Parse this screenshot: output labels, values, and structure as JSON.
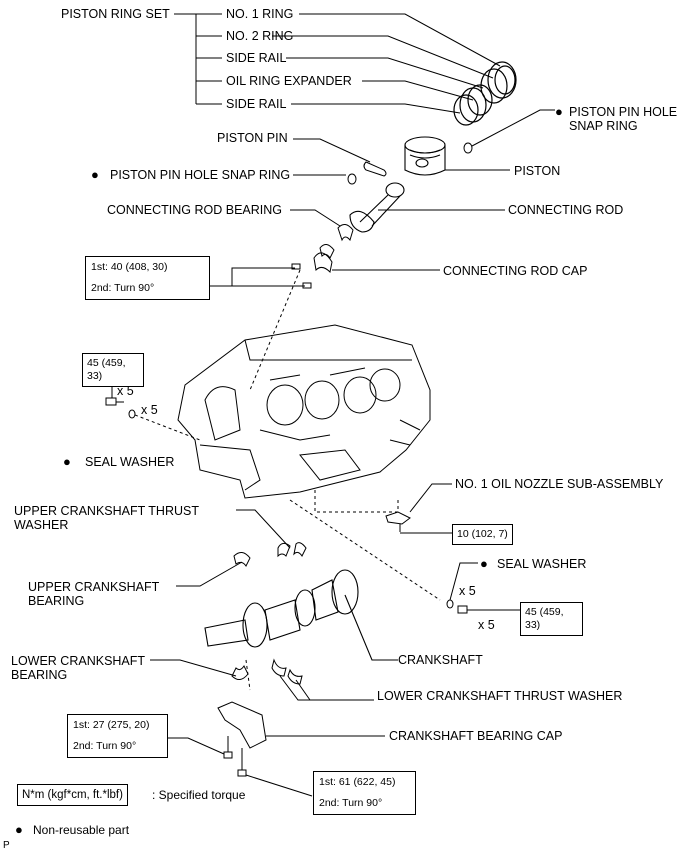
{
  "labels": {
    "piston_ring_set": "PISTON RING SET",
    "no1_ring": "NO. 1 RING",
    "no2_ring": "NO. 2 RING",
    "side_rail_1": "SIDE RAIL",
    "oil_ring_expander": "OIL RING EXPANDER",
    "side_rail_2": "SIDE RAIL",
    "piston_pin_hole_snap_ring_right": "PISTON PIN HOLE SNAP RING",
    "piston_pin": "PISTON PIN",
    "piston": "PISTON",
    "piston_pin_hole_snap_ring_left": "PISTON PIN HOLE SNAP RING",
    "connecting_rod_bearing": "CONNECTING ROD BEARING",
    "connecting_rod": "CONNECTING ROD",
    "connecting_rod_cap": "CONNECTING ROD CAP",
    "seal_washer_left": "SEAL WASHER",
    "no1_oil_nozzle": "NO. 1 OIL NOZZLE SUB-ASSEMBLY",
    "upper_thrust_washer": "UPPER CRANKSHAFT THRUST WASHER",
    "upper_bearing": "UPPER CRANKSHAFT BEARING",
    "seal_washer_right": "SEAL WASHER",
    "lower_bearing": "LOWER CRANKSHAFT BEARING",
    "crankshaft": "CRANKSHAFT",
    "lower_thrust_washer": "LOWER CRANKSHAFT THRUST WASHER",
    "bearing_cap": "CRANKSHAFT BEARING CAP",
    "qty_x5_a": "x 5",
    "qty_x5_b": "x 5",
    "qty_x5_c": "x 5",
    "qty_x5_d": "x 5"
  },
  "torques": {
    "rod_cap_1st": "1st: 40 (408, 30)",
    "rod_cap_2nd": "2nd: Turn 90°",
    "seal_bolt_left": "45 (459, 33)",
    "oil_nozzle": "10 (102, 7)",
    "seal_bolt_right": "45 (459, 33)",
    "cap_bolt_a_1st": "1st: 27 (275, 20)",
    "cap_bolt_a_2nd": "2nd: Turn 90°",
    "cap_bolt_b_1st": "1st: 61 (622, 45)",
    "cap_bolt_b_2nd": "2nd: Turn 90°"
  },
  "legend": {
    "unit_box": "N*m (kgf*cm, ft.*lbf)",
    "unit_text": ": Specified torque",
    "non_reusable": "Non-reusable part",
    "bullet": "●"
  },
  "footer_code": "P"
}
